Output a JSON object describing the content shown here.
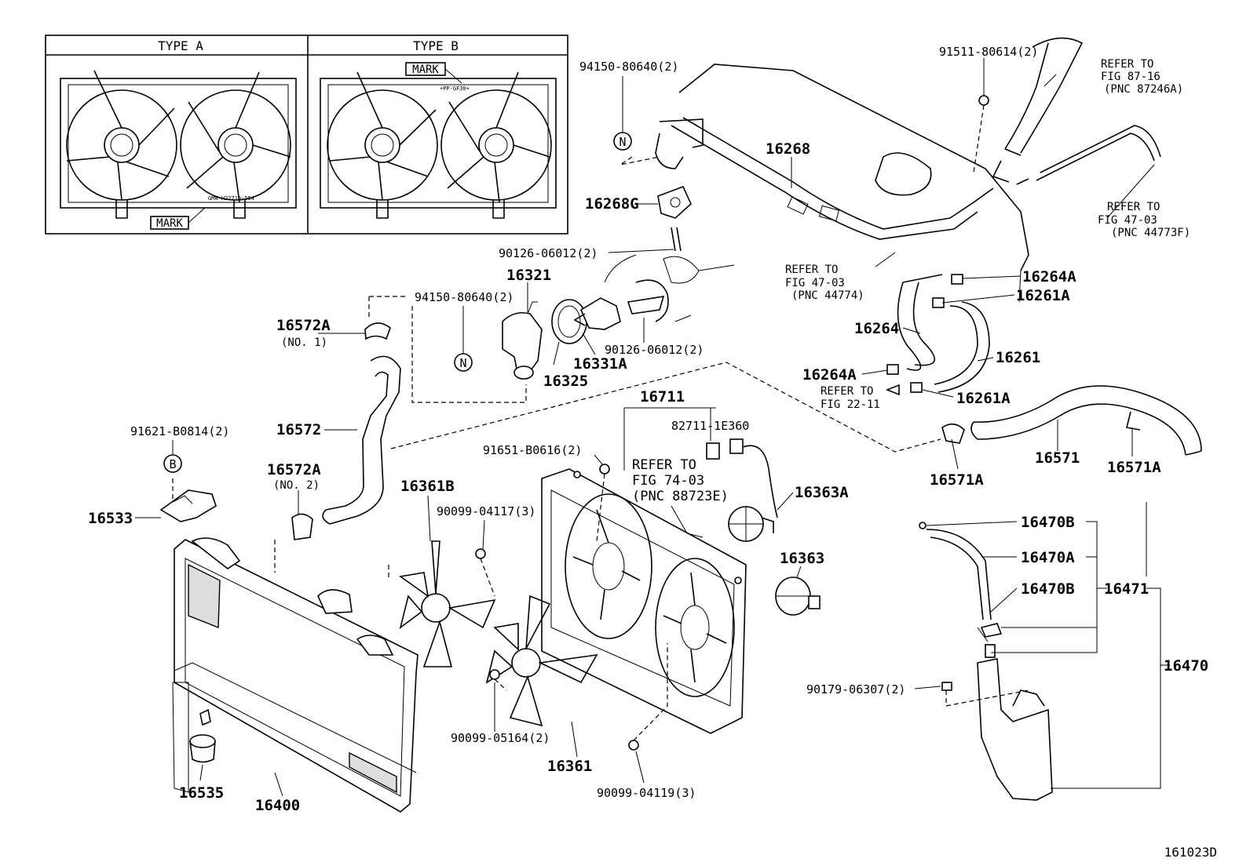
{
  "diagram": {
    "code": "161023D",
    "inset": {
      "type_a": "TYPE A",
      "type_b": "TYPE B",
      "mark_a": "MARK",
      "mark_b": "MARK",
      "stamp_a": "GMN-H22710-554",
      "stamp_b": "+PP-GF30+"
    },
    "labels": [
      {
        "id": "p94150a",
        "text": "94150-80640(2)",
        "kind": "qty"
      },
      {
        "id": "p91511",
        "text": "91511-80614(2)",
        "kind": "qty"
      },
      {
        "id": "p16268",
        "text": "16268",
        "kind": "part"
      },
      {
        "id": "p16268G",
        "text": "16268G",
        "kind": "part"
      },
      {
        "id": "p90126a",
        "text": "90126-06012(2)",
        "kind": "qty"
      },
      {
        "id": "p16321",
        "text": "16321",
        "kind": "part"
      },
      {
        "id": "p94150b",
        "text": "94150-80640(2)",
        "kind": "qty"
      },
      {
        "id": "p16572A1",
        "text": "16572A",
        "kind": "part"
      },
      {
        "id": "p16572A1n",
        "text": "(NO. 1)",
        "kind": "ref"
      },
      {
        "id": "p16331A",
        "text": "16331A",
        "kind": "part"
      },
      {
        "id": "p90126b",
        "text": "90126-06012(2)",
        "kind": "qty"
      },
      {
        "id": "p16325",
        "text": "16325",
        "kind": "part"
      },
      {
        "id": "p16264A1",
        "text": "16264A",
        "kind": "part"
      },
      {
        "id": "p16261A1",
        "text": "16261A",
        "kind": "part"
      },
      {
        "id": "p16264",
        "text": "16264",
        "kind": "part"
      },
      {
        "id": "p16261",
        "text": "16261",
        "kind": "part"
      },
      {
        "id": "p16264A2",
        "text": "16264A",
        "kind": "part"
      },
      {
        "id": "p16261A2",
        "text": "16261A",
        "kind": "part"
      },
      {
        "id": "p16711",
        "text": "16711",
        "kind": "part"
      },
      {
        "id": "p82711",
        "text": "82711-1E360",
        "kind": "qty"
      },
      {
        "id": "p91621",
        "text": "91621-B0814(2)",
        "kind": "qty"
      },
      {
        "id": "p16572",
        "text": "16572",
        "kind": "part"
      },
      {
        "id": "p91651",
        "text": "91651-B0616(2)",
        "kind": "qty"
      },
      {
        "id": "p16571",
        "text": "16571",
        "kind": "part"
      },
      {
        "id": "p16571A1",
        "text": "16571A",
        "kind": "part"
      },
      {
        "id": "p16571A2",
        "text": "16571A",
        "kind": "part"
      },
      {
        "id": "p16572A2",
        "text": "16572A",
        "kind": "part"
      },
      {
        "id": "p16572A2n",
        "text": "(NO. 2)",
        "kind": "ref"
      },
      {
        "id": "p16361B",
        "text": "16361B",
        "kind": "part"
      },
      {
        "id": "p16363A",
        "text": "16363A",
        "kind": "part"
      },
      {
        "id": "p16533",
        "text": "16533",
        "kind": "part"
      },
      {
        "id": "p90099a",
        "text": "90099-04117(3)",
        "kind": "qty"
      },
      {
        "id": "p16470B1",
        "text": "16470B",
        "kind": "part"
      },
      {
        "id": "p16470A",
        "text": "16470A",
        "kind": "part"
      },
      {
        "id": "p16363",
        "text": "16363",
        "kind": "part"
      },
      {
        "id": "p16470B2",
        "text": "16470B",
        "kind": "part"
      },
      {
        "id": "p16471",
        "text": "16471",
        "kind": "part"
      },
      {
        "id": "p16470",
        "text": "16470",
        "kind": "part"
      },
      {
        "id": "p90179",
        "text": "90179-06307(2)",
        "kind": "qty"
      },
      {
        "id": "p90099b",
        "text": "90099-05164(2)",
        "kind": "qty"
      },
      {
        "id": "p16361",
        "text": "16361",
        "kind": "part"
      },
      {
        "id": "p16535",
        "text": "16535",
        "kind": "part"
      },
      {
        "id": "p16400",
        "text": "16400",
        "kind": "part"
      },
      {
        "id": "p90099c",
        "text": "90099-04119(3)",
        "kind": "qty"
      }
    ],
    "refs": [
      {
        "id": "r8716",
        "lines": [
          "REFER TO",
          "FIG 87-16",
          "(PNC 87246A)"
        ]
      },
      {
        "id": "r4703a",
        "lines": [
          "REFER TO",
          "FIG 47-03",
          "(PNC 44773F)"
        ]
      },
      {
        "id": "r4703b",
        "lines": [
          "REFER TO",
          "FIG 47-03",
          "(PNC 44774)"
        ]
      },
      {
        "id": "r2211",
        "lines": [
          "REFER TO",
          "FIG 22-11"
        ]
      },
      {
        "id": "r7403",
        "lines": [
          "REFER TO",
          "FIG 74-03",
          "(PNC 88723E)"
        ]
      }
    ],
    "markers": [
      {
        "id": "m1",
        "text": "N"
      },
      {
        "id": "m2",
        "text": "N"
      },
      {
        "id": "m3",
        "text": "B"
      }
    ]
  }
}
